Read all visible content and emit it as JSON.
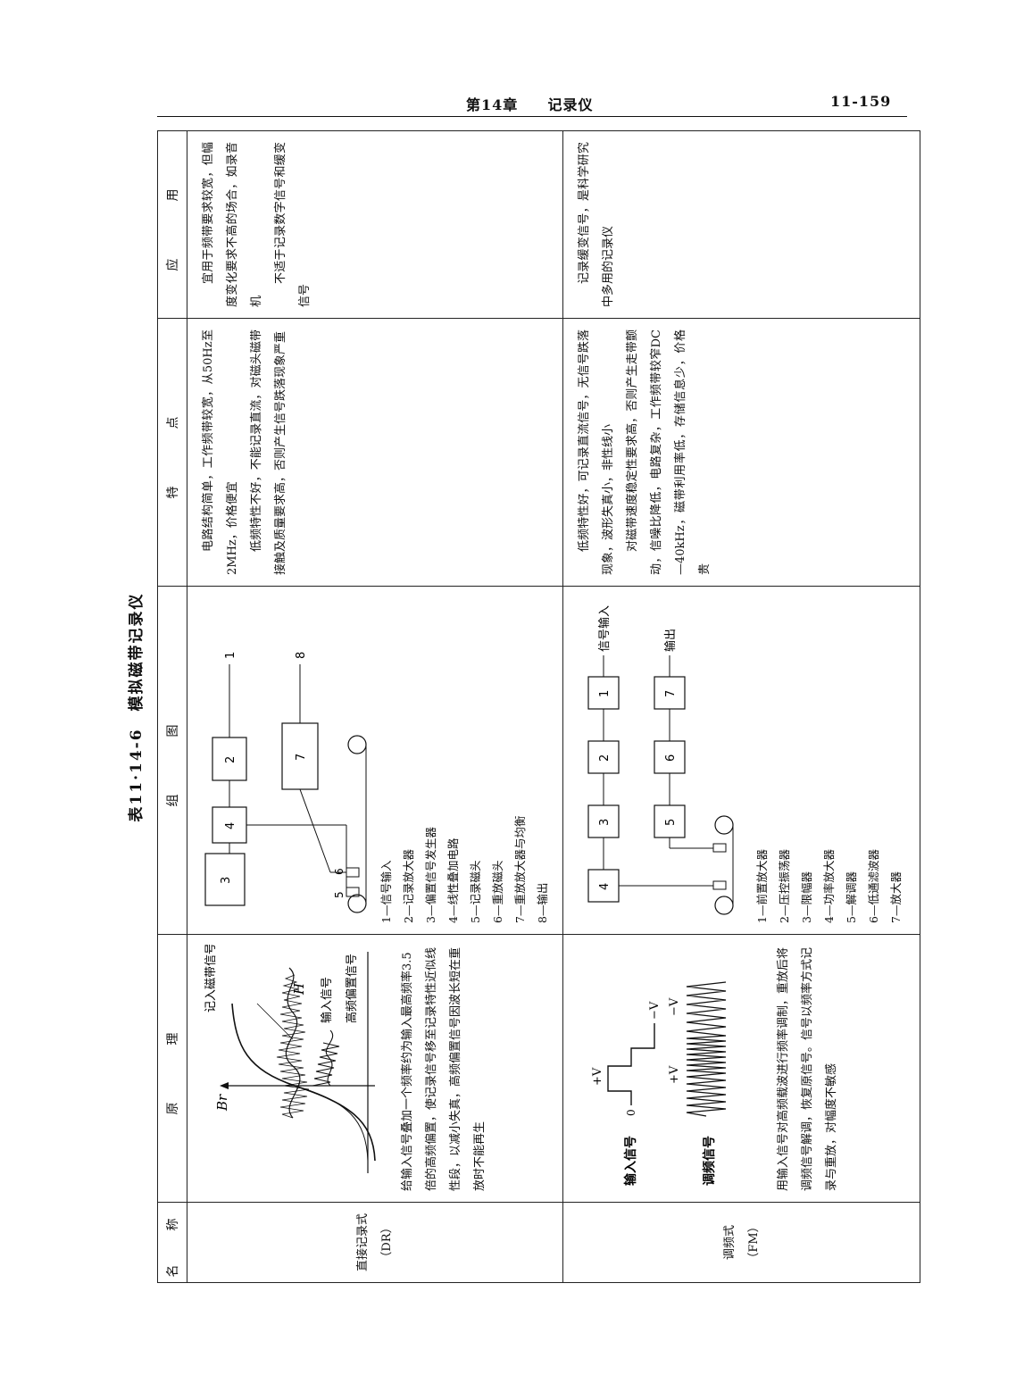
{
  "page_header": {
    "chapter": "第14章",
    "chapter_title": "记录仪",
    "page_number": "11-159"
  },
  "table": {
    "title": "表11·14-6　模拟磁带记录仪",
    "columns": [
      "名　称",
      "原　　理",
      "组　　图",
      "特　　点",
      "应　　用"
    ],
    "rows": [
      {
        "name": "直接记录式",
        "abbr": "（DR）",
        "principle_labels": {
          "br": "Br",
          "h": "H",
          "recorded": "记入磁带信号",
          "input": "输入信号",
          "bias": "高频偏置信号"
        },
        "principle_text": "给输入信号叠加一个频率约为输入最高频率3.5倍的高频偏置，使记录信号移至记录特性近似线性段，以减小失真，高频偏置信号因波长短在重放时不能再生",
        "diagram_boxes": [
          "3",
          "4",
          "2",
          "7"
        ],
        "diagram_heads": [
          "5",
          "6"
        ],
        "diagram_io": [
          "1",
          "8"
        ],
        "legend": [
          "1—信号输入",
          "2—记录放大器",
          "3—偏置信号发生器",
          "4—线性叠加电路",
          "5—记录磁头",
          "6—重放磁头",
          "7—重放放大器与均衡",
          "8—输出"
        ],
        "features": [
          "电路结构简单，工作频带较宽，从50Hz至2MHz，价格便宜",
          "低频特性不好，不能记录直流，对磁头磁带接触及质量要求高，否则产生信号跌落现象严重"
        ],
        "applications": [
          "宜用于频带要求较宽，但幅度变化要求不高的场合，如录音机",
          "不适于记录数字信号和缓变信号"
        ]
      },
      {
        "name": "调频式",
        "abbr": "（FM）",
        "principle_labels": {
          "input_signal": "输入信号",
          "fm_signal": "调频信号",
          "plus_v": "+V",
          "minus_v": "−V",
          "zero": "0"
        },
        "principle_text": "用输入信号对高频载波进行频率调制，重放后将调频信号解调，恢复原信号。信号以频率方式记录与重放，对幅度不敏感",
        "diagram_boxes": [
          "4",
          "3",
          "2",
          "1",
          "5",
          "6",
          "7"
        ],
        "diagram_io": [
          "信号输入",
          "输出"
        ],
        "legend": [
          "1—前置放大器",
          "2—压控振荡器",
          "3—限幅器",
          "4—功率放大器",
          "5—解调器",
          "6—低通滤波器",
          "7—放大器"
        ],
        "features": [
          "低频特性好，可记录直流信号，无信号跌落现象，波形失真小，非性线小",
          "对磁带速度稳定性要求高，否则产生走带颤动，信噪比降低，电路复杂，工作频带较窄DC—40kHz，磁带利用率低，存储信息少，价格贵"
        ],
        "applications": [
          "记录缓变信号，是科学研究中多用的记录仪"
        ]
      }
    ]
  }
}
